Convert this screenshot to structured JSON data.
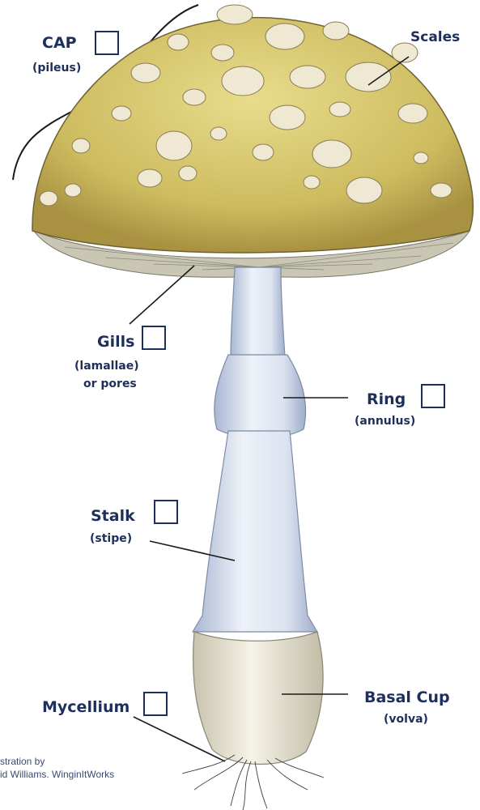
{
  "labels": {
    "cap": {
      "name": "CAP",
      "sub": "(pileus)"
    },
    "scales": {
      "name": "Scales"
    },
    "gills": {
      "name": "Gills",
      "sub": "(lamallae)",
      "sub2": "or pores"
    },
    "ring": {
      "name": "Ring",
      "sub": "(annulus)"
    },
    "stalk": {
      "name": "Stalk",
      "sub": "(stipe)"
    },
    "mycellium": {
      "name": "Mycellium"
    },
    "basal_cup": {
      "name": "Basal Cup",
      "sub": "(volva)"
    }
  },
  "credit": {
    "line1": "stration by",
    "line2": "id Williams. WinginItWorks"
  },
  "colors": {
    "label_text": "#1f2f5c",
    "cap": "#d6c46a",
    "scale": "#eee6cf",
    "stalk": "#dfe6f2"
  }
}
